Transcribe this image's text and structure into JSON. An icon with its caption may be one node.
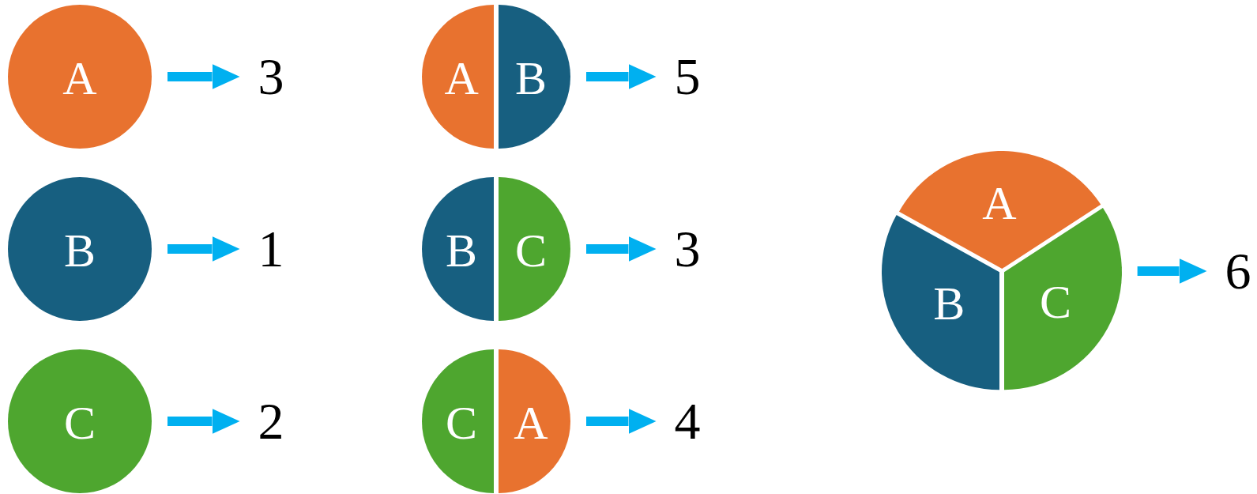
{
  "diagram": {
    "nodes": [
      {
        "text": [
          "A"
        ]
      },
      {
        "text": [
          "3"
        ]
      },
      {
        "text": [
          "B"
        ]
      },
      {
        "text": [
          "1"
        ]
      },
      {
        "text": [
          "C"
        ]
      },
      {
        "text": [
          "2"
        ]
      },
      {
        "text": [
          "A"
        ]
      },
      {
        "text": [
          "B"
        ]
      },
      {
        "text": [
          "5"
        ]
      },
      {
        "text": [
          "B"
        ]
      },
      {
        "text": [
          "C"
        ]
      },
      {
        "text": [
          "3"
        ]
      },
      {
        "text": [
          "C"
        ]
      },
      {
        "text": [
          "A"
        ]
      },
      {
        "text": [
          "4"
        ]
      },
      {
        "text": [
          "A"
        ]
      },
      {
        "text": [
          "B"
        ]
      },
      {
        "text": [
          "C"
        ]
      },
      {
        "text": [
          "6"
        ]
      }
    ],
    "edges": [
      {
        "from": 0,
        "to": 1,
        "arrow": "to"
      },
      {
        "from": 2,
        "to": 3,
        "arrow": "to"
      },
      {
        "from": 4,
        "to": 5,
        "arrow": "to"
      },
      {
        "from": 7,
        "to": 8,
        "arrow": "to"
      },
      {
        "from": 10,
        "to": 11,
        "arrow": "to"
      },
      {
        "from": 13,
        "to": 14,
        "arrow": "to"
      },
      {
        "from": 17,
        "to": 18,
        "arrow": "to"
      }
    ]
  }
}
